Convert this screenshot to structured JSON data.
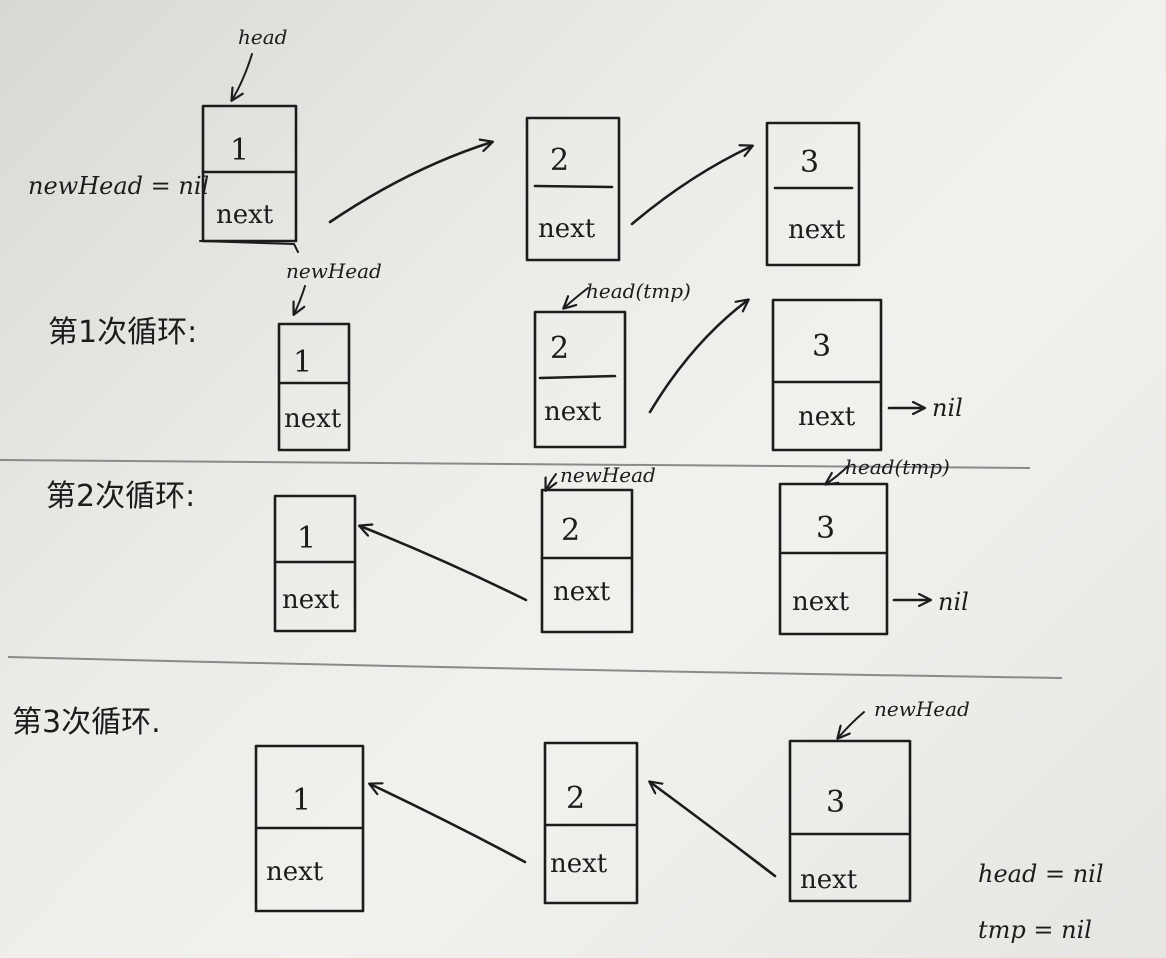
{
  "labels": {
    "head": "head",
    "newHead_init": "newHead = nil",
    "newHead": "newHead",
    "head_tmp": "head(tmp)",
    "nil": "nil",
    "final_head": "head = nil",
    "final_tmp": "tmp = nil"
  },
  "steps": [
    "第1次循环:",
    "第2次循环:",
    "第3次循环."
  ],
  "node_values": [
    "1",
    "2",
    "3"
  ],
  "next_label": "next"
}
